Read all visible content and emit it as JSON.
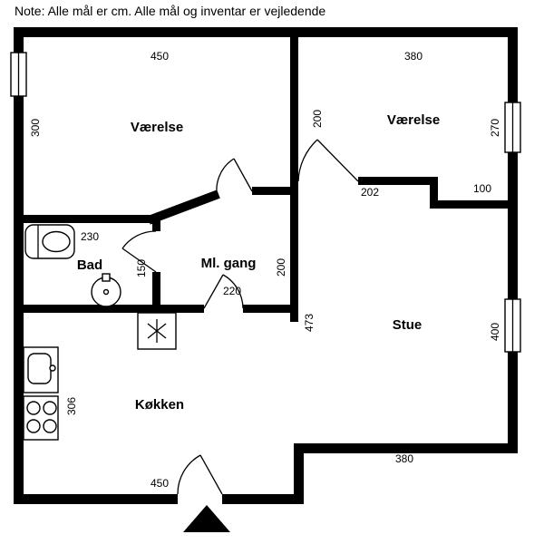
{
  "note": "Note: Alle mål er cm. Alle mål og inventar er vejledende",
  "rooms": {
    "bedroom1": "Værelse",
    "bedroom2": "Værelse",
    "bath": "Bad",
    "hall": "Ml. gang",
    "living": "Stue",
    "kitchen": "Køkken"
  },
  "dimensions": {
    "bedroom1_top": "450",
    "bedroom2_top": "380",
    "bedroom1_left": "300",
    "bedroom2_left": "200",
    "bedroom2_right": "270",
    "bedroom2_bottom": "202",
    "bedroom2_step": "100",
    "bath_top": "230",
    "bath_right": "150",
    "hall_right": "200",
    "hall_bottom": "220",
    "living_left": "473",
    "living_right": "400",
    "kitchen_left": "306",
    "kitchen_bottom": "450",
    "living_bottom": "380"
  },
  "colors": {
    "wall": "#000000",
    "background": "#ffffff"
  }
}
